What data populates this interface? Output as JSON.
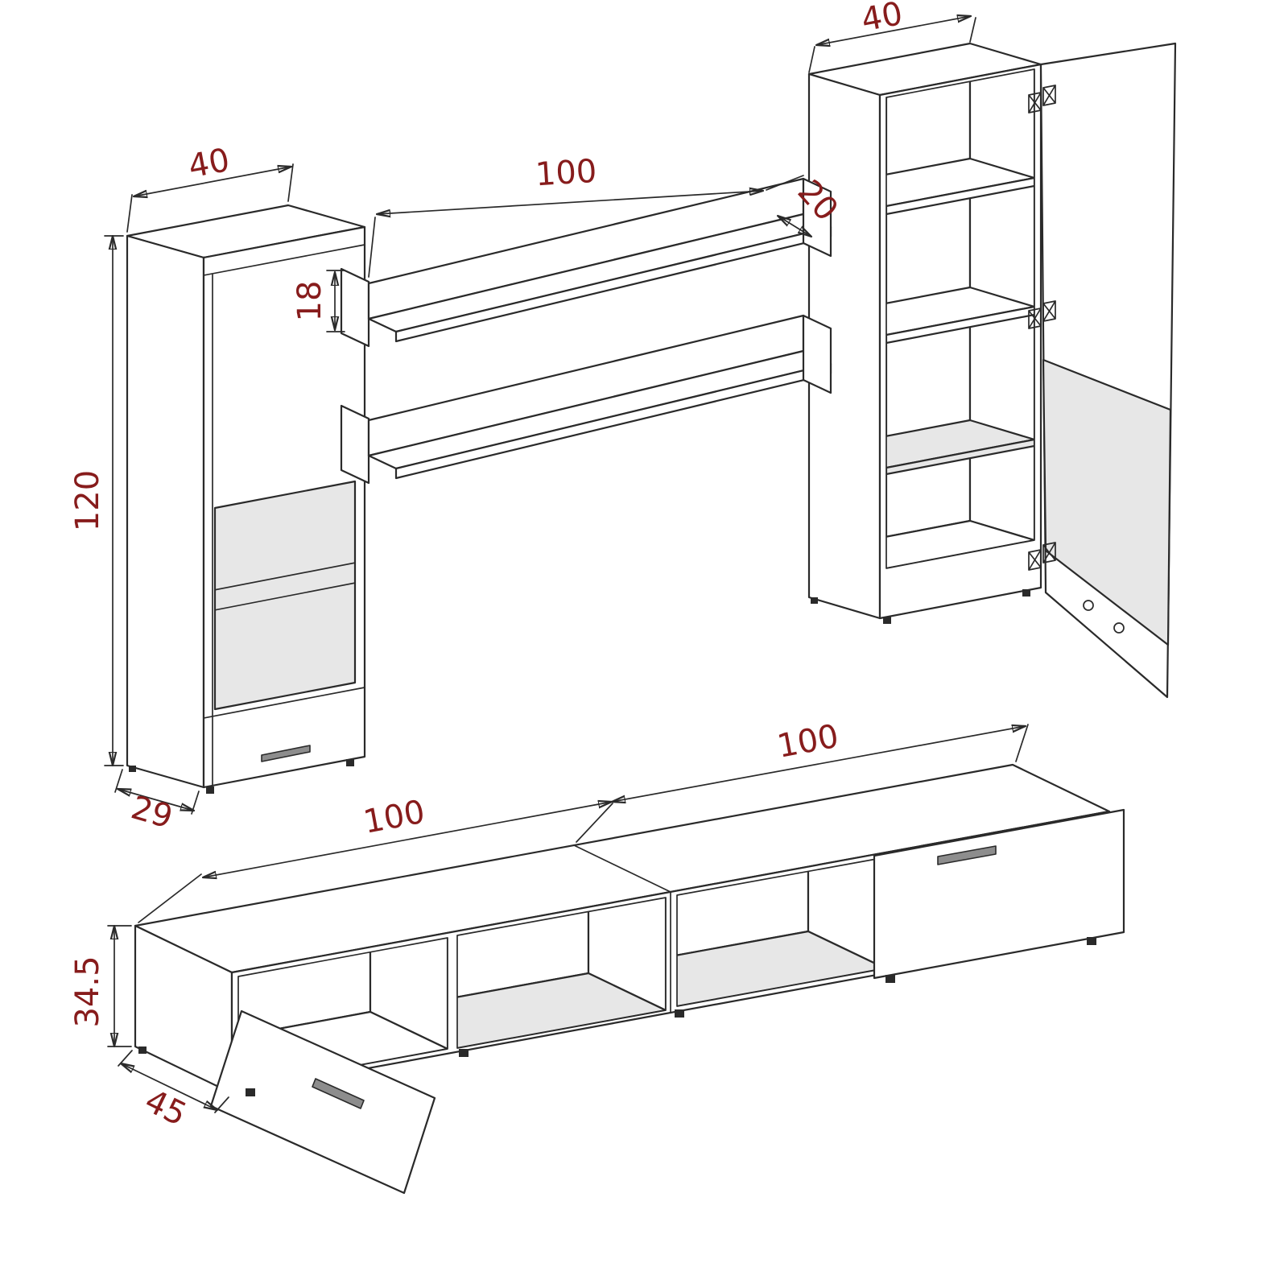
{
  "drawing": {
    "background": "#ffffff",
    "line_color": "#2a2a2a",
    "dimension_color": "#871c1c",
    "glass_color": "#e7e7e7",
    "handle_color": "#8d8d8d"
  },
  "labels": {
    "left_cabinet": {
      "width": "40",
      "height": "120",
      "depth": "29"
    },
    "wall_shelf": {
      "length": "100",
      "depth": "20",
      "end_height": "18"
    },
    "right_cabinet": {
      "width": "40"
    },
    "tv_stand": {
      "left_length": "100",
      "right_length": "100",
      "height": "34.5",
      "depth": "45"
    }
  }
}
